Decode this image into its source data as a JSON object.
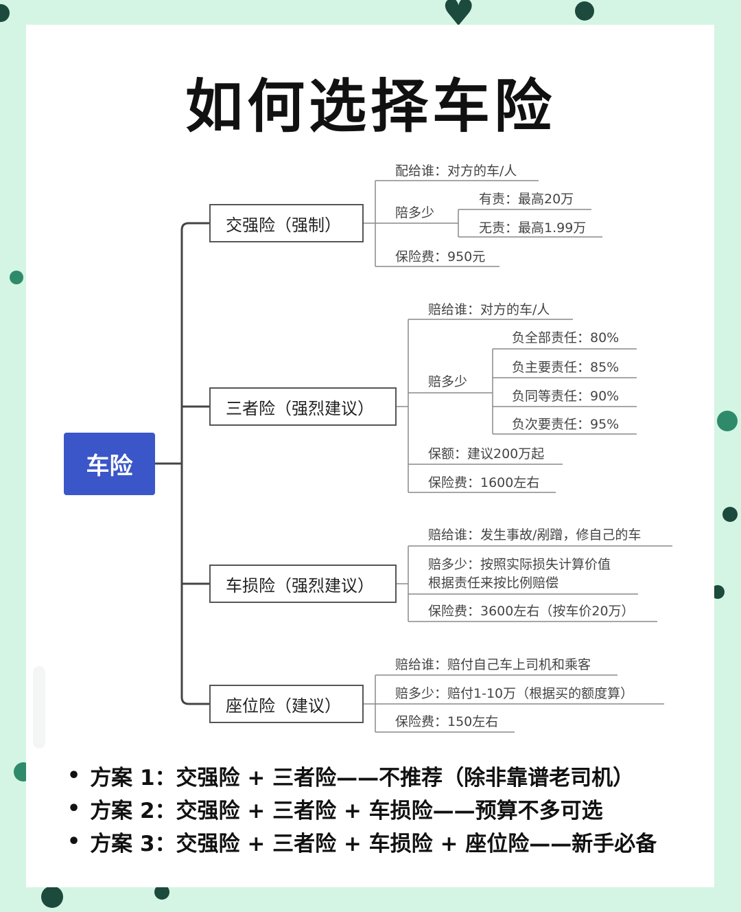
{
  "title": "如何选择车险",
  "root": "车险",
  "branches": [
    {
      "label": "交强险（强制）",
      "items": {
        "who": "配给谁：对方的车/人",
        "how_much": "陪多少",
        "sub": [
          "有责：最高20万",
          "无责：最高1.99万"
        ],
        "fee": "保险费：950元"
      }
    },
    {
      "label": "三者险（强烈建议）",
      "items": {
        "who": "赔给谁：对方的车/人",
        "how_much": "赔多少",
        "sub": [
          "负全部责任：80%",
          "负主要责任：85%",
          "负同等责任：90%",
          "负次要责任：95%"
        ],
        "limit": "保额：建议200万起",
        "fee": "保险费：1600左右"
      }
    },
    {
      "label": "车损险（强烈建议）",
      "items": {
        "who": "赔给谁：发生事故/剐蹭，修自己的车",
        "how_much_1": "赔多少：按照实际损失计算价值",
        "how_much_2": "根据责任来按比例赔偿",
        "fee": "保险费：3600左右（按车价20万）"
      }
    },
    {
      "label": "座位险（建议）",
      "items": {
        "who": "赔给谁：赔付自己车上司机和乘客",
        "how_much": "赔多少：赔付1-10万（根据买的额度算）",
        "fee": "保险费：150左右"
      }
    }
  ],
  "plans": [
    "方案 1：交强险 + 三者险——不推荐（除非靠谱老司机）",
    "方案 2：交强险 + 三者险 + 车损险——预算不多可选",
    "方案 3：交强险 + 三者险 + 车损险 + 座位险——新手必备"
  ],
  "colors": {
    "background": "#d4f5e4",
    "root": "#3a56c8",
    "accent_dots": "#1c4a3c"
  }
}
